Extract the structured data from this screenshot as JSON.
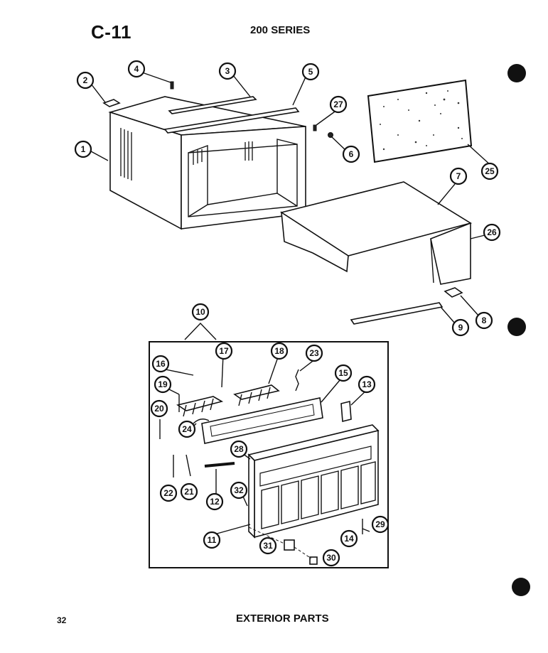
{
  "page_code": "C-11",
  "series_title": "200 SERIES",
  "page_number": "32",
  "footer_title": "EXTERIOR PARTS",
  "callouts": [
    "1",
    "2",
    "3",
    "4",
    "5",
    "6",
    "7",
    "8",
    "9",
    "10",
    "11",
    "12",
    "13",
    "14",
    "15",
    "16",
    "17",
    "18",
    "19",
    "20",
    "21",
    "22",
    "23",
    "24",
    "25",
    "26",
    "27",
    "28",
    "29",
    "30",
    "31",
    "32"
  ],
  "colors": {
    "ink": "#111111",
    "paper": "#ffffff"
  }
}
